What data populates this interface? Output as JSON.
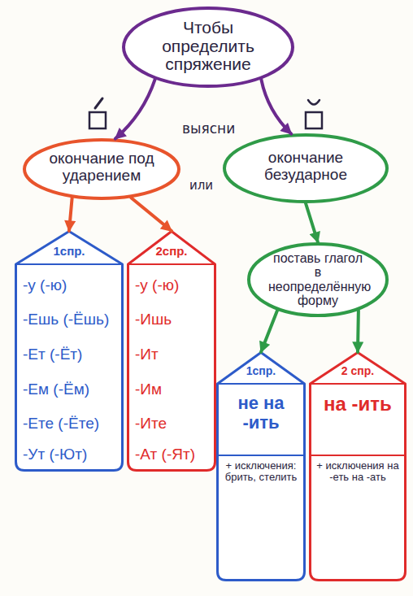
{
  "diagram": {
    "nodes": [
      {
        "text": [
          "Чтобы определить спряжение"
        ]
      },
      {
        "text": [
          "окончание под ударением"
        ]
      },
      {
        "text": [
          "окончание безударное"
        ]
      },
      {
        "text": [
          "1спр.",
          "-у (-ю)",
          "-Ешь (-Ёшь)",
          "-Ет (-Ёт)",
          "-Ем (-Ём)",
          "-Ете (-Ёте)",
          "-Ут (-Ют)"
        ]
      },
      {
        "text": [
          "2спр.",
          "-у (-ю)",
          "-Ишь",
          "-Ит",
          "-Им",
          "-Ите",
          "-Ат (-Ят)"
        ]
      },
      {
        "text": [
          "поставь глагол в неопределённую форму"
        ]
      },
      {
        "text": [
          "1спр.",
          "не на -ить",
          "+ исключения: брить, стелить"
        ]
      },
      {
        "text": [
          "2 спр.",
          "на -ить",
          "+ исключения на -еть на -ать"
        ]
      }
    ],
    "edges": [
      {
        "from": 0,
        "to": 1,
        "arrow": "to"
      },
      {
        "from": 0,
        "to": 2,
        "arrow": "to"
      },
      {
        "from": 1,
        "to": 3,
        "arrow": "to"
      },
      {
        "from": 1,
        "to": 4,
        "arrow": "to"
      },
      {
        "from": 2,
        "to": 5,
        "arrow": "to"
      },
      {
        "from": 5,
        "to": 6,
        "arrow": "to"
      },
      {
        "from": 5,
        "to": 7,
        "arrow": "to"
      }
    ],
    "labels": [
      "выясни",
      "или"
    ]
  }
}
